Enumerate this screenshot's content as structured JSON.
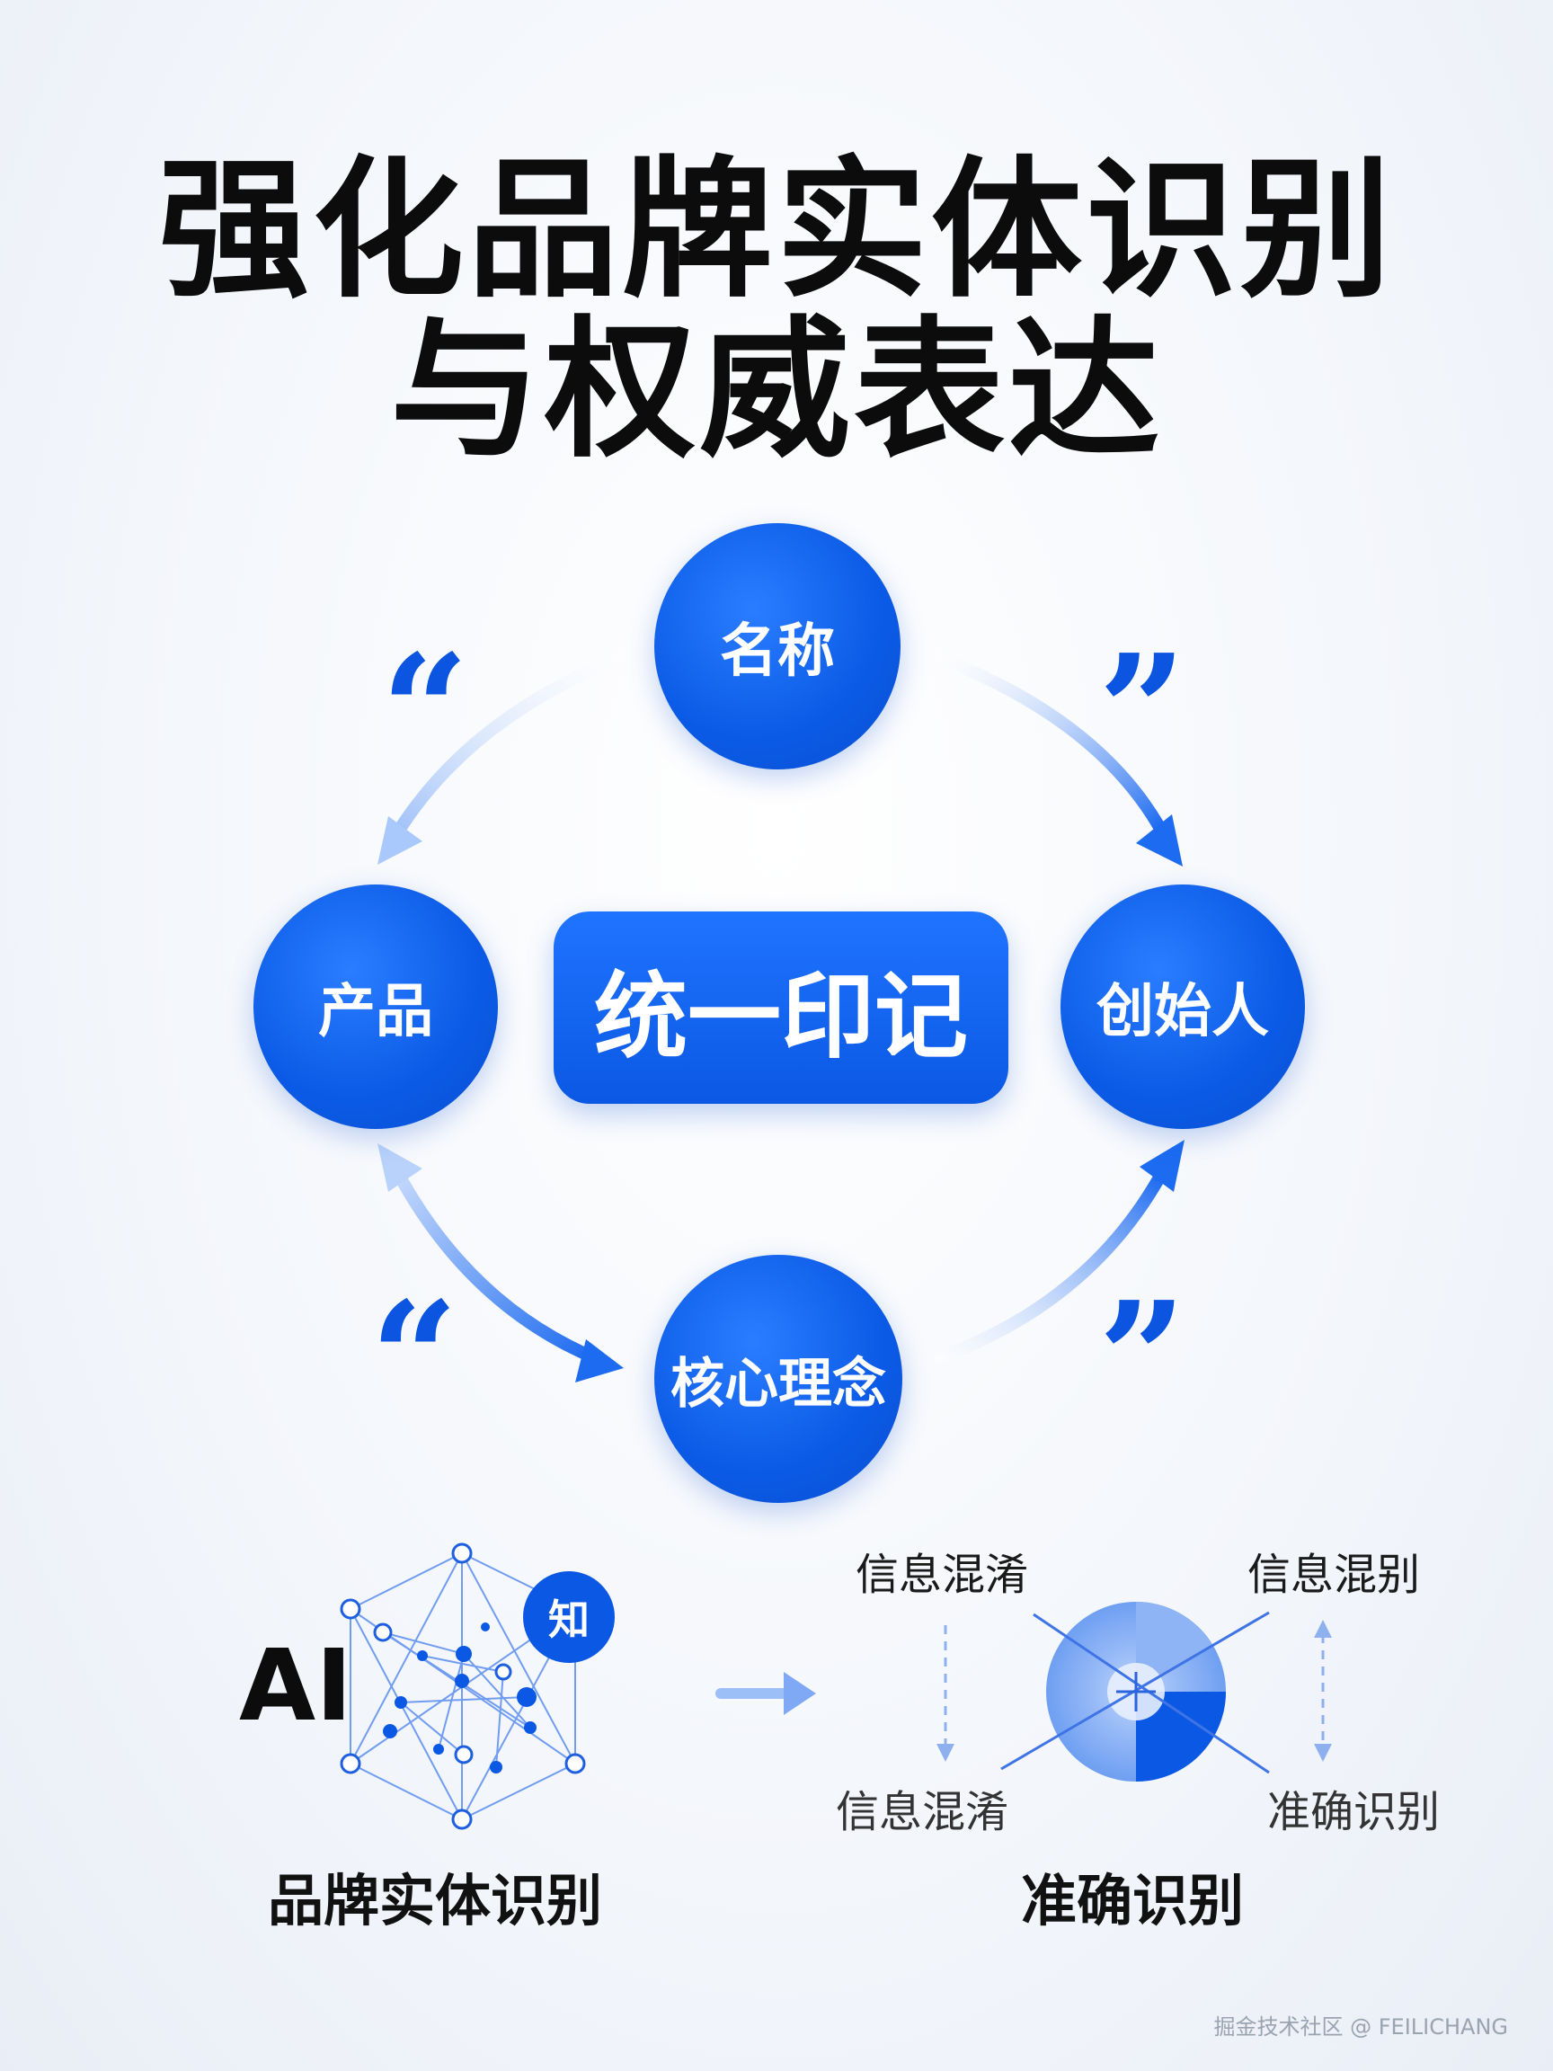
{
  "title": {
    "line1": "强化品牌实体识别",
    "line2": "与权威表达"
  },
  "cycle": {
    "top": "名称",
    "left": "产品",
    "right": "创始人",
    "bottom": "核心理念",
    "center": "统一印记"
  },
  "quotes": {
    "open": "“",
    "close": "”"
  },
  "ai_section": {
    "ai_text": "AI",
    "badge": "知",
    "caption": "品牌实体识别"
  },
  "recognition_section": {
    "top_left": "信息混淆",
    "top_right": "信息混别",
    "bottom_left": "信息混淆",
    "bottom_right": "准确识别",
    "caption": "准确识别"
  },
  "watermark": "掘金技术社区 @ FEILICHANG",
  "colors": {
    "primary_blue": "#0b58e4",
    "light_blue": "#a9c8fb",
    "text_dark": "#111111"
  }
}
